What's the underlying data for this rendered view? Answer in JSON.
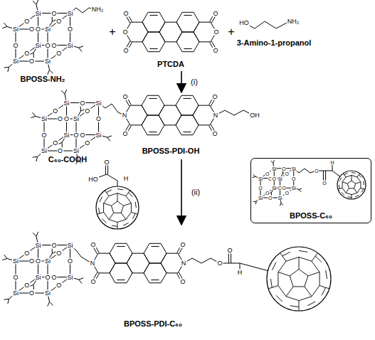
{
  "diagram": {
    "nodes": [
      {
        "text": [
          "BPOSS-C₆₀"
        ]
      }
    ],
    "labels": [
      "BPOSS-NH₂",
      "PTCDA",
      "3-Amino-1-propanol",
      "BPOSS-PDI-OH",
      "(i)",
      "C₆₀-COOH",
      "(ii)",
      "BPOSS-PDI-C₆₀",
      "+",
      "+",
      "Si",
      "Si",
      "Si",
      "Si",
      "Si",
      "Si",
      "Si",
      "Si",
      "O",
      "O",
      "O",
      "O",
      "O",
      "O",
      "O",
      "O",
      "O",
      "O",
      "O",
      "O",
      "NH₂",
      "O",
      "O",
      "O",
      "O",
      "O",
      "O",
      "HO",
      "NH₂",
      "Si",
      "Si",
      "Si",
      "Si",
      "Si",
      "Si",
      "Si",
      "Si",
      "O",
      "O",
      "O",
      "O",
      "O",
      "O",
      "O",
      "O",
      "O",
      "O",
      "O",
      "O",
      "O",
      "O",
      "O",
      "O",
      "N",
      "N",
      "OH",
      "O",
      "HO",
      "H",
      "Si",
      "Si",
      "Si",
      "Si",
      "Si",
      "Si",
      "Si",
      "Si",
      "O",
      "O",
      "O",
      "O",
      "O",
      "O",
      "O",
      "O",
      "O",
      "O",
      "O",
      "O",
      "O",
      "O",
      "H",
      "Si",
      "Si",
      "Si",
      "Si",
      "Si",
      "Si",
      "Si",
      "Si",
      "O",
      "O",
      "O",
      "O",
      "O",
      "O",
      "O",
      "O",
      "O",
      "O",
      "O",
      "O",
      "O",
      "O",
      "O",
      "O",
      "N",
      "N",
      "O",
      "O",
      "H"
    ]
  }
}
